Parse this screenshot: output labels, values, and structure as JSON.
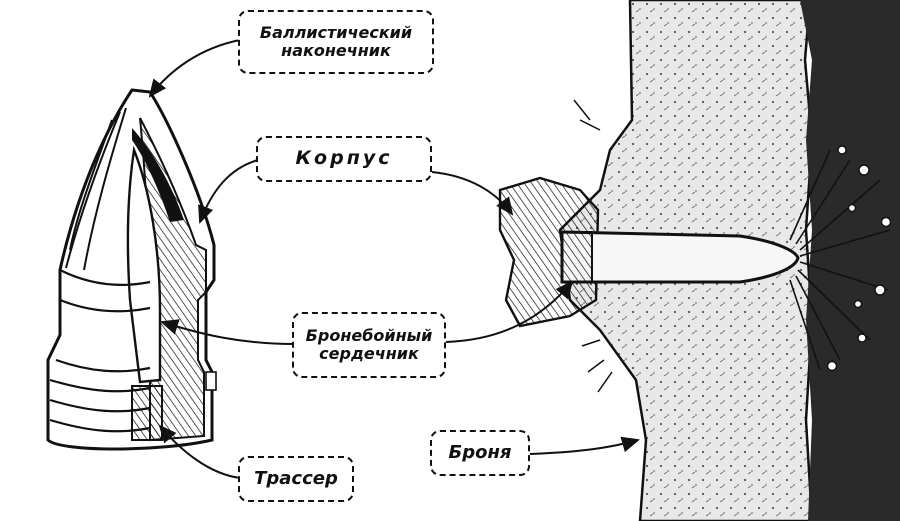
{
  "labels": {
    "ballistic_tip": [
      "Баллистический",
      "наконечник"
    ],
    "body": "Корпус",
    "ap_core": [
      "Бронебойный",
      "сердечник"
    ],
    "armor": "Броня",
    "tracer": "Трассер"
  },
  "colors": {
    "ink": "#111111",
    "paper": "#ffffff",
    "armor_fill": "#e6e6e6",
    "core_fill": "#f7f7f7"
  }
}
